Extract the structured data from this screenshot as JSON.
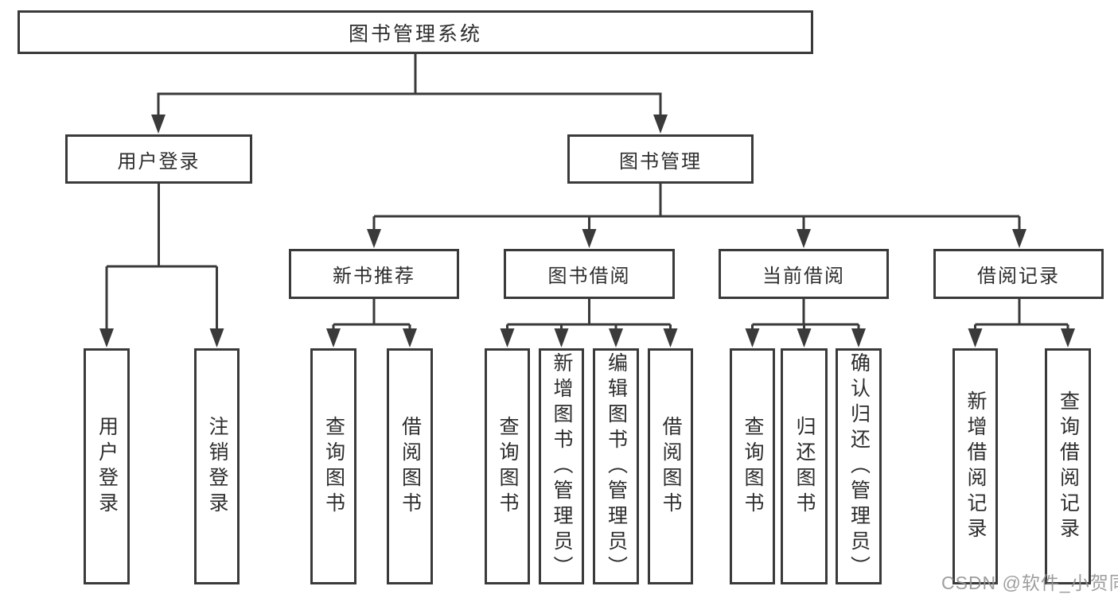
{
  "diagram": {
    "title": "图书管理系统",
    "root": {
      "label": "图书管理系统"
    },
    "level2": [
      {
        "label": "用户登录"
      },
      {
        "label": "图书管理"
      }
    ],
    "level3": [
      {
        "label": "新书推荐",
        "parent": "图书管理"
      },
      {
        "label": "图书借阅",
        "parent": "图书管理"
      },
      {
        "label": "当前借阅",
        "parent": "图书管理"
      },
      {
        "label": "借阅记录",
        "parent": "图书管理"
      }
    ],
    "leaves": [
      {
        "label": "用户登录",
        "parent": "用户登录"
      },
      {
        "label": "注销登录",
        "parent": "用户登录"
      },
      {
        "label": "查询图书",
        "parent": "新书推荐"
      },
      {
        "label": "借阅图书",
        "parent": "新书推荐"
      },
      {
        "label": "查询图书",
        "parent": "图书借阅"
      },
      {
        "label": "新增图书（管理员）",
        "parent": "图书借阅"
      },
      {
        "label": "编辑图书（管理员）",
        "parent": "图书借阅"
      },
      {
        "label": "借阅图书",
        "parent": "图书借阅"
      },
      {
        "label": "查询图书",
        "parent": "当前借阅"
      },
      {
        "label": "归还图书",
        "parent": "当前借阅"
      },
      {
        "label": "确认归还（管理员）",
        "parent": "当前借阅"
      },
      {
        "label": "新增借阅记录",
        "parent": "借阅记录"
      },
      {
        "label": "查询借阅记录",
        "parent": "借阅记录"
      }
    ],
    "colors": {
      "line": "#3a3a3a",
      "box_border": "#3a3a3a",
      "box_fill": "#ffffff",
      "text": "#2d2d2d",
      "background": "#ffffff"
    }
  },
  "watermark": {
    "text": "CSDN @软件_小贺同学",
    "color": "#949494"
  }
}
